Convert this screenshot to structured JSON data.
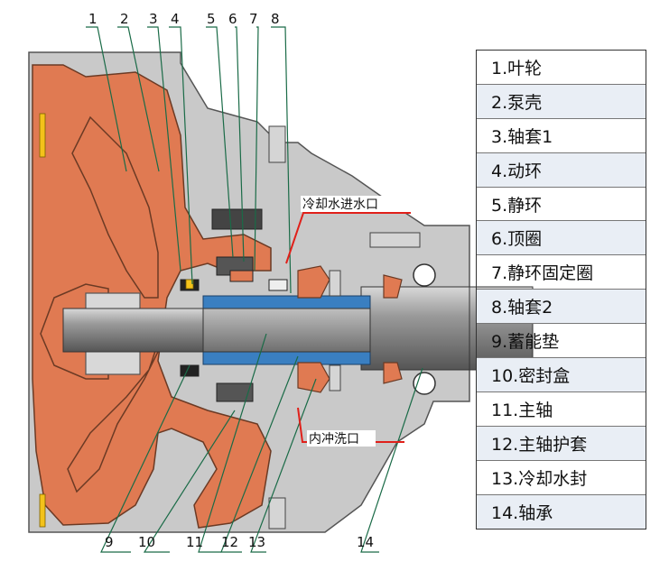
{
  "callouts_top": [
    "1",
    "2",
    "3",
    "4",
    "5",
    "6",
    "7",
    "8"
  ],
  "callouts_bottom": [
    "9",
    "10",
    "11",
    "12",
    "13",
    "14"
  ],
  "annotations": {
    "cooling_inlet": "冷却水进水口",
    "internal_flush": "内冲洗口"
  },
  "legend": [
    "1.叶轮",
    "2.泵壳",
    "3.轴套1",
    "4.动环",
    "5.静环",
    "6.顶圈",
    "7.静环固定圈",
    "8.轴套2",
    "9.蓄能垫",
    "10.密封盒",
    "11.主轴",
    "12.主轴护套",
    "13.冷却水封",
    "14.轴承"
  ],
  "colors": {
    "copper": "#e07a52",
    "grey_housing": "#c9c9c9",
    "shaft": "#8a8a8a",
    "sleeve": "#3a7fc1",
    "leader": "#1a6b47",
    "red_pointer": "#e0201a"
  }
}
